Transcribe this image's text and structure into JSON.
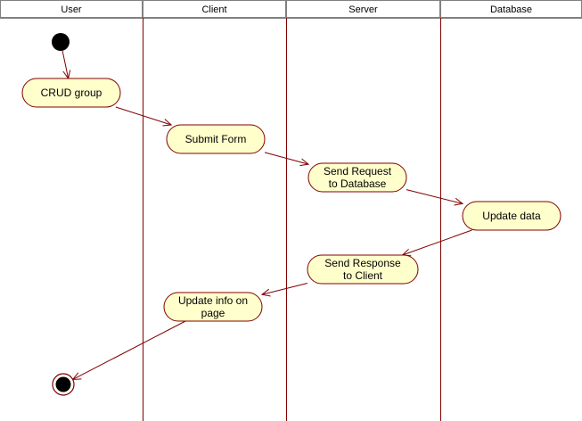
{
  "swimlanes": [
    {
      "id": "user",
      "label": "User"
    },
    {
      "id": "client",
      "label": "Client"
    },
    {
      "id": "server",
      "label": "Server"
    },
    {
      "id": "database",
      "label": "Database"
    }
  ],
  "activities": {
    "crud_group": {
      "lines": [
        "CRUD group"
      ]
    },
    "submit_form": {
      "lines": [
        "Submit Form"
      ]
    },
    "send_request": {
      "lines": [
        "Send Request",
        "to Database"
      ]
    },
    "update_data": {
      "lines": [
        "Update data"
      ]
    },
    "send_response": {
      "lines": [
        "Send Response",
        "to Client"
      ]
    },
    "update_info": {
      "lines": [
        "Update info on",
        "page"
      ]
    }
  },
  "flow": [
    [
      "start",
      "crud_group"
    ],
    [
      "crud_group",
      "submit_form"
    ],
    [
      "submit_form",
      "send_request"
    ],
    [
      "send_request",
      "update_data"
    ],
    [
      "update_data",
      "send_response"
    ],
    [
      "send_response",
      "update_info"
    ],
    [
      "update_info",
      "end"
    ]
  ],
  "colors": {
    "activity_fill": "#ffffcc",
    "activity_stroke": "#800000",
    "lane_line": "#800000",
    "arrow": "#800000",
    "header_fill": "#ffffff",
    "header_border": "#808080",
    "node": "#000000"
  }
}
